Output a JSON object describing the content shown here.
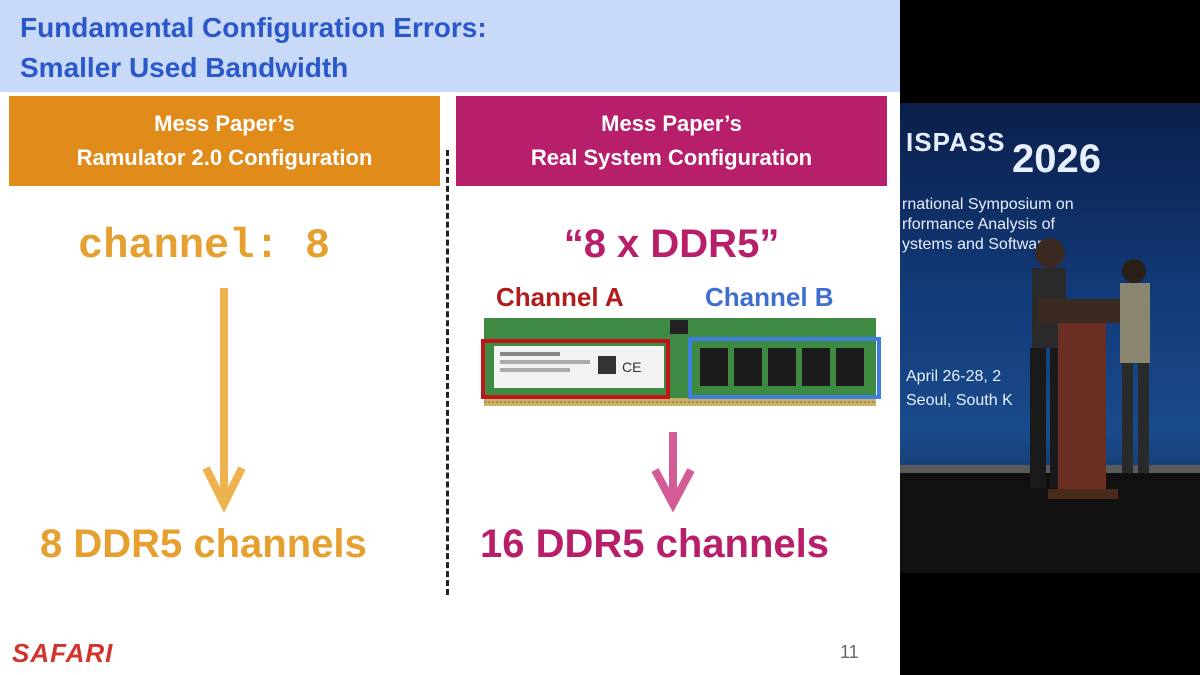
{
  "slide": {
    "title_line1": "Fundamental Configuration Errors:",
    "title_line2": "Smaller Used Bandwidth",
    "left": {
      "header_line1": "Mess Paper’s",
      "header_line2": "Ramulator 2.0 Configuration",
      "code": "channel: 8",
      "result": "8 DDR5 channels"
    },
    "right": {
      "header_line1": "Mess Paper’s",
      "header_line2": "Real System Configuration",
      "quote": "“8 x DDR5”",
      "channel_a": "Channel A",
      "channel_b": "Channel B",
      "result": "16 DDR5 channels"
    },
    "logo": "SAFARI",
    "page_number": "11",
    "colors": {
      "title": "#2a57c9",
      "left_accent": "#e08b1a",
      "right_accent": "#b81f6a",
      "channel_a": "#b01c1c",
      "channel_b": "#3e6fd0"
    }
  },
  "camera": {
    "banner_name": "ISPASS",
    "banner_year": "2026",
    "banner_line1": "rnational Symposium on",
    "banner_line2": "rformance Analysis of",
    "banner_line3": "ystems and Software",
    "banner_date1": "April 26-28, 2",
    "banner_date2": "Seoul, South K"
  }
}
